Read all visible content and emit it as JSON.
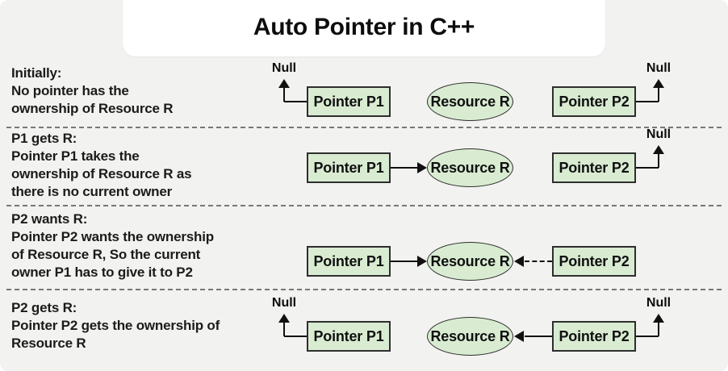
{
  "title": "Auto Pointer in C++",
  "shapes": {
    "pointer_p1": "Pointer P1",
    "pointer_p2": "Pointer P2",
    "resource": "Resource R",
    "null_label": "Null"
  },
  "colors": {
    "background": "#f2f2f0",
    "title_bg": "#ffffff",
    "node_fill": "#d9ecd2",
    "node_border": "#2e2e2e",
    "text": "#1b1b1b",
    "line": "#111111",
    "separator": "#777777"
  },
  "rows": [
    {
      "heading": "Initially:",
      "lines": [
        "No pointer has the",
        "ownership of Resource R"
      ],
      "connections": {
        "p1": "null",
        "p2": "null"
      }
    },
    {
      "heading": "P1 gets R:",
      "lines": [
        "Pointer P1 takes the",
        "ownership of Resource R as",
        "there is no current owner"
      ],
      "connections": {
        "p1": "resource-solid-arrow",
        "p2": "null"
      }
    },
    {
      "heading": "P2 wants R:",
      "lines": [
        "Pointer P2 wants the ownership",
        "of Resource R, So the current",
        "owner P1 has to give it to P2"
      ],
      "connections": {
        "p1": "resource-solid-arrow",
        "p2": "resource-dashed-arrow"
      }
    },
    {
      "heading": "P2 gets R:",
      "lines": [
        "Pointer P2 gets the ownership of",
        "Resource R"
      ],
      "connections": {
        "p1": "null",
        "p2": "resource-solid-arrow-and-null"
      }
    }
  ]
}
